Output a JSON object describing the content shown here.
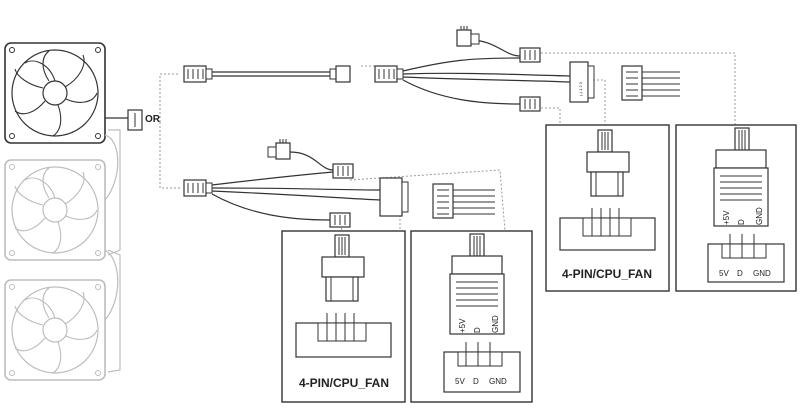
{
  "labels": {
    "or": "OR",
    "fan_header_caption": "4-PIN/CPU_FAN",
    "argb_plug": {
      "p5v": "+5V",
      "d": "D",
      "gnd": "GND"
    },
    "argb_header": {
      "p5v": "5V",
      "d": "D",
      "gnd": "GND"
    },
    "splitter_print": "(-) 1 2 3"
  },
  "fan_count": 3,
  "splitter_count": 2,
  "colors": {
    "stroke": "#333333",
    "faded_stroke": "#bdbdbd",
    "dashed": "#999999",
    "background": "#ffffff"
  }
}
